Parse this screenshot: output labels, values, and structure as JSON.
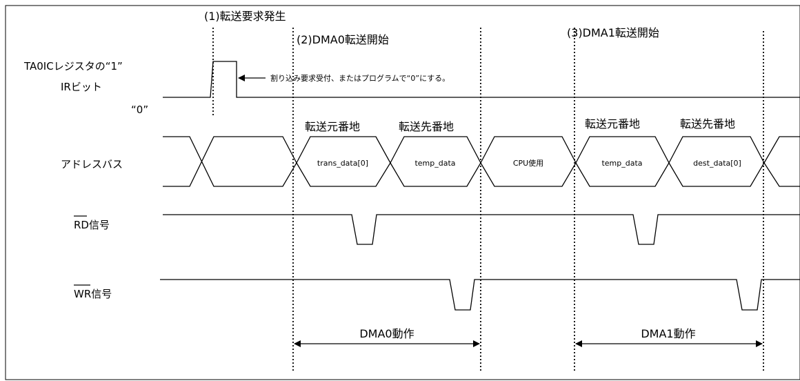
{
  "events": {
    "e1": "(1)転送要求発生",
    "e2": "(2)DMA0転送開始",
    "e3": "(3)DMA1転送開始"
  },
  "signals": {
    "ta0ic_line1": "TA0ICレジスタの“1”",
    "ta0ic_line2": "IRビット",
    "level_zero": "“0”",
    "address_bus": "アドレスバス",
    "rd_overbar": "RD",
    "rd_suffix": "信号",
    "wr_overbar": "WR",
    "wr_suffix": "信号"
  },
  "annotation": "割り込み要求受付、またはプログラムで“0”にする。",
  "address_headers": {
    "src1": "転送元番地",
    "dst1": "転送先番地",
    "src2": "転送元番地",
    "dst2": "転送先番地"
  },
  "bus_segments": [
    "trans_data[0]",
    "temp_data",
    "CPU使用",
    "temp_data",
    "dest_data[0]"
  ],
  "operations": {
    "dma0": "DMA0動作",
    "dma1": "DMA1動作"
  }
}
